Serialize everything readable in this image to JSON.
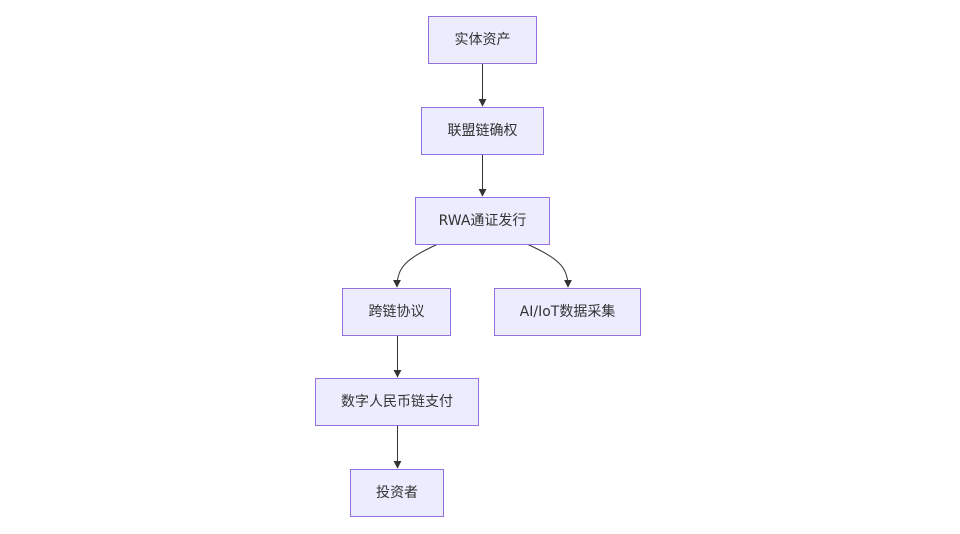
{
  "diagram": {
    "type": "flowchart",
    "direction": "top-down",
    "colors": {
      "node_fill": "#ececff",
      "node_border": "#9370db",
      "text": "#333333",
      "edge": "#333333"
    },
    "nodes": [
      {
        "id": "physical-asset",
        "label": "实体资产"
      },
      {
        "id": "consortium-chain-rights",
        "label": "联盟链确权"
      },
      {
        "id": "rwa-token-issuance",
        "label": "RWA通证发行"
      },
      {
        "id": "cross-chain-protocol",
        "label": "跨链协议"
      },
      {
        "id": "ai-iot-data-collection",
        "label": "AI/IoT数据采集"
      },
      {
        "id": "digital-rmb-payment",
        "label": "数字人民币链支付"
      },
      {
        "id": "investor",
        "label": "投资者"
      }
    ],
    "edges": [
      {
        "from": "physical-asset",
        "to": "consortium-chain-rights"
      },
      {
        "from": "consortium-chain-rights",
        "to": "rwa-token-issuance"
      },
      {
        "from": "rwa-token-issuance",
        "to": "cross-chain-protocol"
      },
      {
        "from": "rwa-token-issuance",
        "to": "ai-iot-data-collection"
      },
      {
        "from": "cross-chain-protocol",
        "to": "digital-rmb-payment"
      },
      {
        "from": "digital-rmb-payment",
        "to": "investor"
      }
    ]
  }
}
